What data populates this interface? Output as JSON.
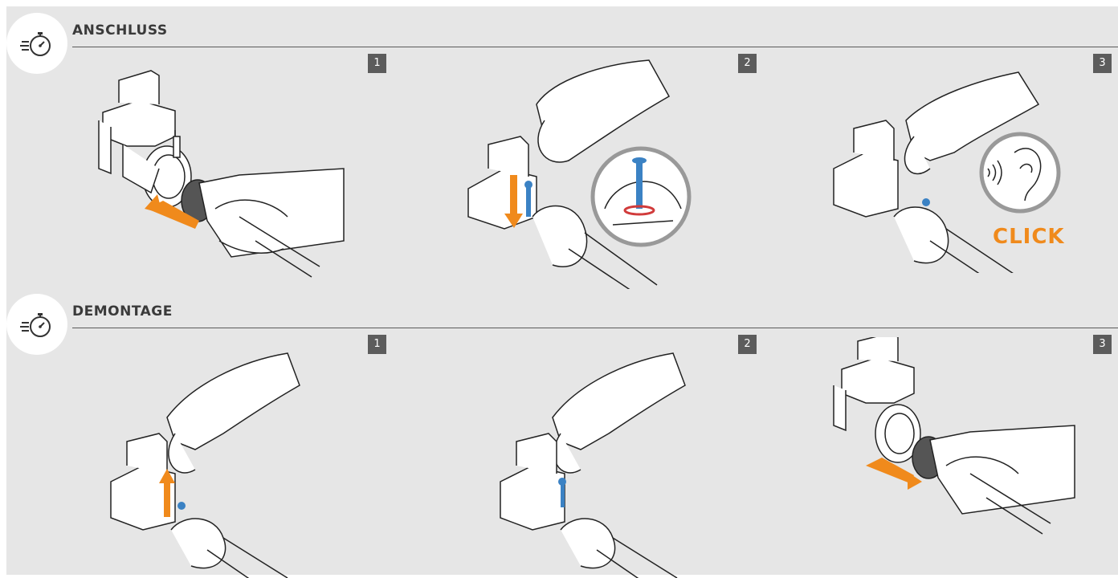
{
  "sections": [
    {
      "title": "ANSCHLUSS",
      "steps": [
        "1",
        "2",
        "3"
      ]
    },
    {
      "title": "DEMONTAGE",
      "steps": [
        "1",
        "2",
        "3"
      ]
    }
  ],
  "click_label": "CLICK",
  "icons": {
    "section": "stopwatch-icon"
  },
  "colors": {
    "accent": "#f08a1c",
    "pin": "#3b82c4",
    "badge": "#5c5c5c",
    "panel": "#e6e6e6"
  }
}
